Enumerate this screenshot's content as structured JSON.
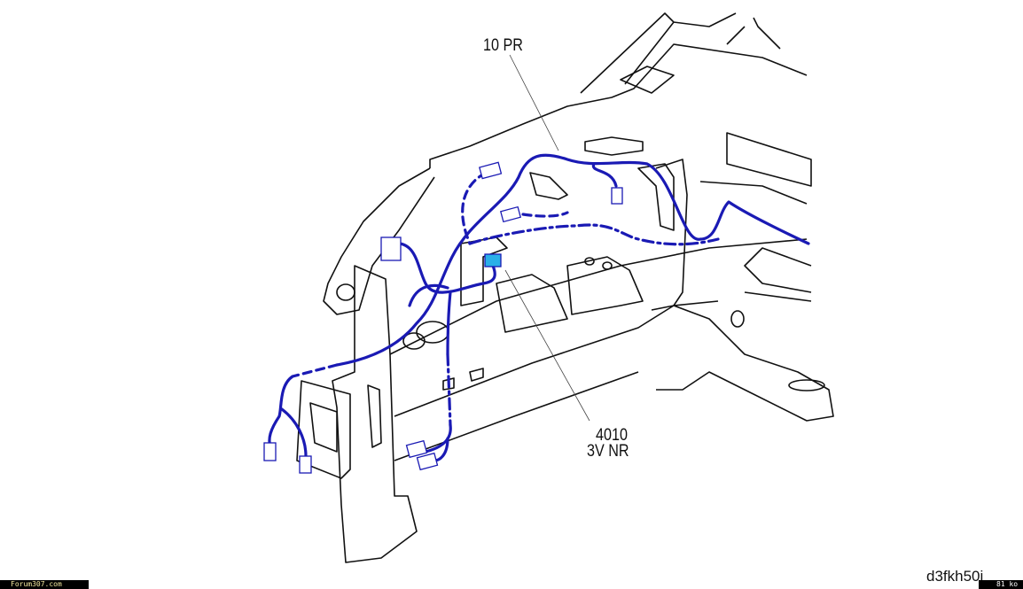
{
  "labels": {
    "top": "10 PR",
    "bottom_line1": "4010",
    "bottom_line2": "3V NR"
  },
  "footer": {
    "site": "Forum307.com",
    "reference": "d3fkh50i",
    "size": "81 ko"
  },
  "colors": {
    "harness": "#1a1ab4",
    "highlight": "#2ab0e8",
    "outline": "#111111"
  }
}
